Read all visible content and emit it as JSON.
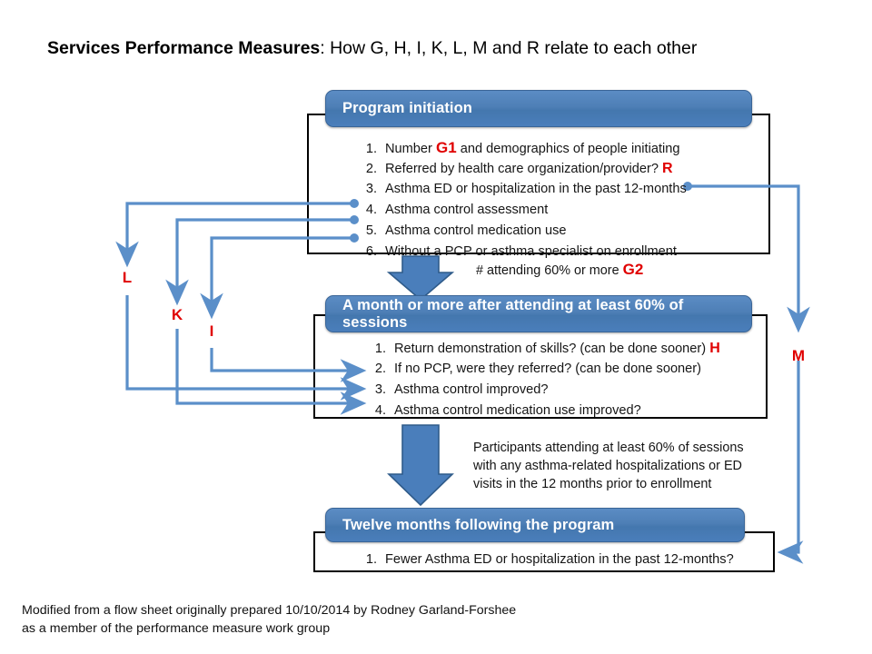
{
  "title": {
    "bold": "Services Performance Measures",
    "rest": ": How G, H, I, K, L, M and R relate to each other"
  },
  "colors": {
    "header_blue": "#4a7ebb",
    "connector_blue": "#5b8fc9",
    "tag_red": "#e00000",
    "box_border": "#000000"
  },
  "boxes": [
    {
      "id": "program-initiation",
      "header": "Program initiation",
      "items": [
        {
          "num": "1.",
          "text": "Number ",
          "tag": "G1",
          "text2": " and demographics of people initiating"
        },
        {
          "num": "2.",
          "text": "Referred by health care organization/provider?  ",
          "tag": "R",
          "text2": ""
        },
        {
          "num": "3.",
          "text": "Asthma ED or hospitalization in the past 12-months",
          "tag": "",
          "text2": ""
        },
        {
          "num": "4.",
          "text": "Asthma control assessment",
          "tag": "",
          "text2": ""
        },
        {
          "num": "5.",
          "text": "Asthma control medication use",
          "tag": "",
          "text2": ""
        },
        {
          "num": "6.",
          "text": "Without a PCP or asthma specialist on enrollment",
          "tag": "",
          "text2": ""
        }
      ]
    },
    {
      "id": "month-or-more",
      "header": "A month or more after attending at least 60% of sessions",
      "items": [
        {
          "num": "1.",
          "text": "Return demonstration of skills? (can be done sooner) ",
          "tag": "H",
          "text2": ""
        },
        {
          "num": "2.",
          "text": "If no PCP, were they referred? (can be done sooner)",
          "tag": "",
          "text2": ""
        },
        {
          "num": "3.",
          "text": "Asthma control improved?",
          "tag": "",
          "text2": ""
        },
        {
          "num": "4.",
          "text": "Asthma control medication use improved?",
          "tag": "",
          "text2": ""
        }
      ]
    },
    {
      "id": "twelve-months",
      "header": "Twelve months following the program",
      "items": [
        {
          "num": "1.",
          "text": "Fewer Asthma ED or hospitalization in the past 12-months?",
          "tag": "",
          "text2": ""
        }
      ]
    }
  ],
  "annotations": {
    "flow1": {
      "text": "# attending 60% or more ",
      "tag": "G2"
    },
    "flow2_line1": "Participants attending at least 60% of sessions",
    "flow2_line2": "with any asthma-related hospitalizations or ED",
    "flow2_line3": "visits in the 12 months prior to enrollment"
  },
  "connector_letters": {
    "l": "L",
    "k": "K",
    "i": "I",
    "m": "M"
  },
  "footer": {
    "line1": "Modified from a flow sheet originally prepared 10/10/2014  by Rodney Garland-Forshee",
    "line2": "as a member of the performance measure work group"
  }
}
